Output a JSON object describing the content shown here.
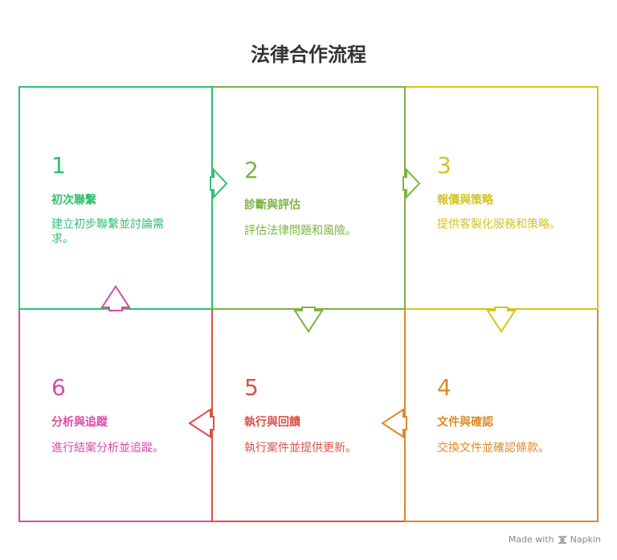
{
  "title": "法律合作流程",
  "steps": [
    {
      "number": "1",
      "heading": "初次聯繫",
      "description": "建立初步聯繫並討論需求。",
      "color": "#2fbf71"
    },
    {
      "number": "2",
      "heading": "診斷與評估",
      "description": "評估法律問題和風險。",
      "color": "#7cb342"
    },
    {
      "number": "3",
      "heading": "報價與策略",
      "description": "提供客製化服務和策略。",
      "color": "#d4c41f"
    },
    {
      "number": "4",
      "heading": "文件與確認",
      "description": "交換文件並確認條款。",
      "color": "#dd8a28"
    },
    {
      "number": "5",
      "heading": "執行與回饋",
      "description": "執行案件並提供更新。",
      "color": "#dd5048"
    },
    {
      "number": "6",
      "heading": "分析與追蹤",
      "description": "進行結案分析並追蹤。",
      "color": "#d94aa6"
    }
  ],
  "footer": {
    "made_with": "Made with",
    "brand": "Napkin"
  }
}
